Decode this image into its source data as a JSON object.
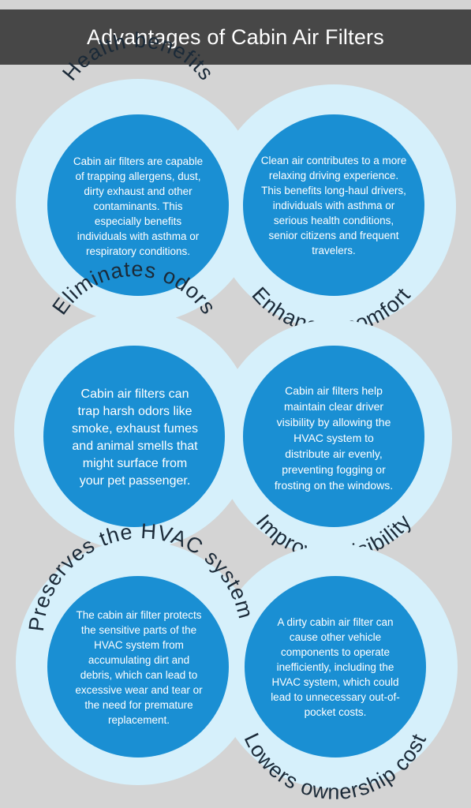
{
  "title": "Advantages of Cabin Air Filters",
  "colors": {
    "background": "#d4d4d4",
    "header": "#474747",
    "circle": "#1a8fd3",
    "ring": "#d6f0fb",
    "arc_text": "#1b2a38"
  },
  "sections": [
    {
      "left_heading": "Health benefits",
      "left_text": "Cabin air filters are capable of trapping allergens, dust, dirty exhaust and other contaminants. This especially benefits individuals with asthma or respiratory conditions.",
      "right_heading": "Enhances comfort",
      "right_text": "Clean air contributes to a more relaxing driving experience. This benefits long-haul drivers, individuals with asthma or serious health conditions, senior citizens and frequent travelers."
    },
    {
      "left_heading": "Eliminates odors",
      "left_text": "Cabin air filters can trap harsh odors like smoke, exhaust fumes and animal smells that might surface from your pet passenger.",
      "right_heading": "Improves visibility",
      "right_text": "Cabin air filters help maintain clear driver visibility by allowing the HVAC system to distribute air evenly, preventing fogging or frosting on the windows."
    },
    {
      "left_heading": "Preserves the HVAC system",
      "left_text": "The cabin air filter protects the sensitive parts of the HVAC system from accumulating dirt and debris, which can lead to excessive wear and tear or the need for premature replacement.",
      "right_heading": "Lowers ownership cost",
      "right_text": "A dirty cabin air filter can cause other vehicle components to operate inefficiently, including the HVAC system, which could lead to unnecessary out-of-pocket costs."
    }
  ]
}
